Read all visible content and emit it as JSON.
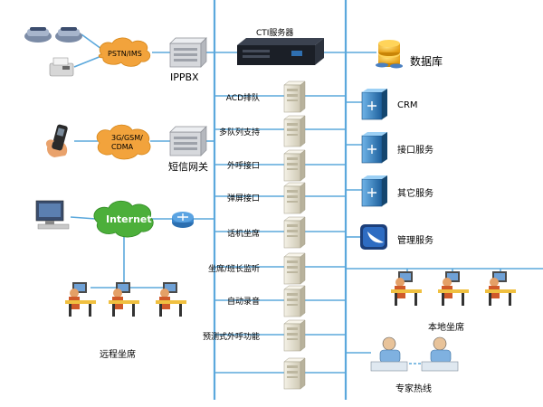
{
  "network": {
    "pstn": "PSTN/IMS",
    "mobile_line1": "3G/GSM/",
    "mobile_line2": "CDMA",
    "internet": "Internet"
  },
  "gateways": {
    "ippbx": "IPPBX",
    "sms": "短信网关"
  },
  "center": {
    "cti": "CTI服务器"
  },
  "servers": [
    "ACD排队",
    "多队列支持",
    "外呼接口",
    "弹屏接口",
    "话机坐席",
    "坐席/班长监听",
    "自动录音",
    "预测式外呼功能"
  ],
  "right_services": {
    "database": "数据库",
    "crm": "CRM",
    "interface": "接口服务",
    "other": "其它服务",
    "management": "管理服务"
  },
  "seats": {
    "remote": "远程坐席",
    "local": "本地坐席",
    "expert": "专家热线"
  },
  "colors": {
    "bus": "#5ba8dc",
    "cloud": "#f2a33c",
    "internet_cloud": "#4caf3a",
    "server_body": "#e8e3d2",
    "rack": "#1b1f27",
    "db_disk": "#f3b51b",
    "service_tower": "#2f7fc0"
  }
}
